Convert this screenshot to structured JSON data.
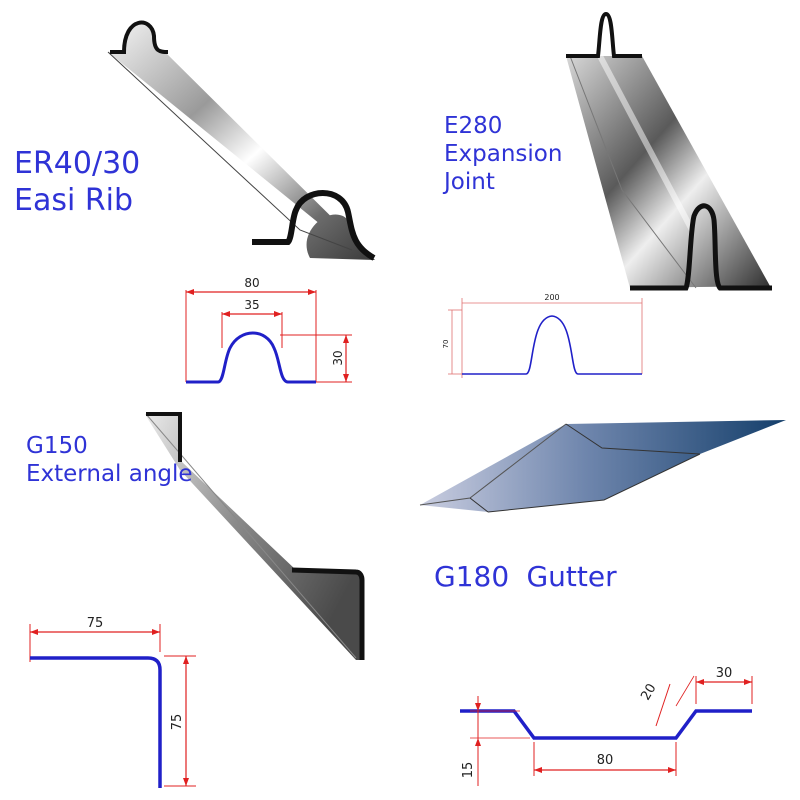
{
  "products": [
    {
      "code": "ER40/30",
      "name": "Easi Rib"
    },
    {
      "code": "E280",
      "name_line1": "Expansion",
      "name_line2": "Joint"
    },
    {
      "code": "G150",
      "name": "External angle"
    },
    {
      "code": "G180",
      "name": "Gutter"
    }
  ],
  "dims": {
    "er_width": "80",
    "er_rib": "35",
    "er_height": "30",
    "e280_width": "200",
    "e280_height": "70",
    "g150_leg_h": "75",
    "g150_leg_v": "75",
    "g180_top": "30",
    "g180_slope": "20",
    "g180_base": "80",
    "g180_depth": "15"
  },
  "colors": {
    "label": "#2f33d6",
    "profile_line": "#2020c8",
    "dim_line": "#e02020",
    "steel_dark": "#1a1a1a",
    "gutter_blue": "#1e4d7a"
  }
}
